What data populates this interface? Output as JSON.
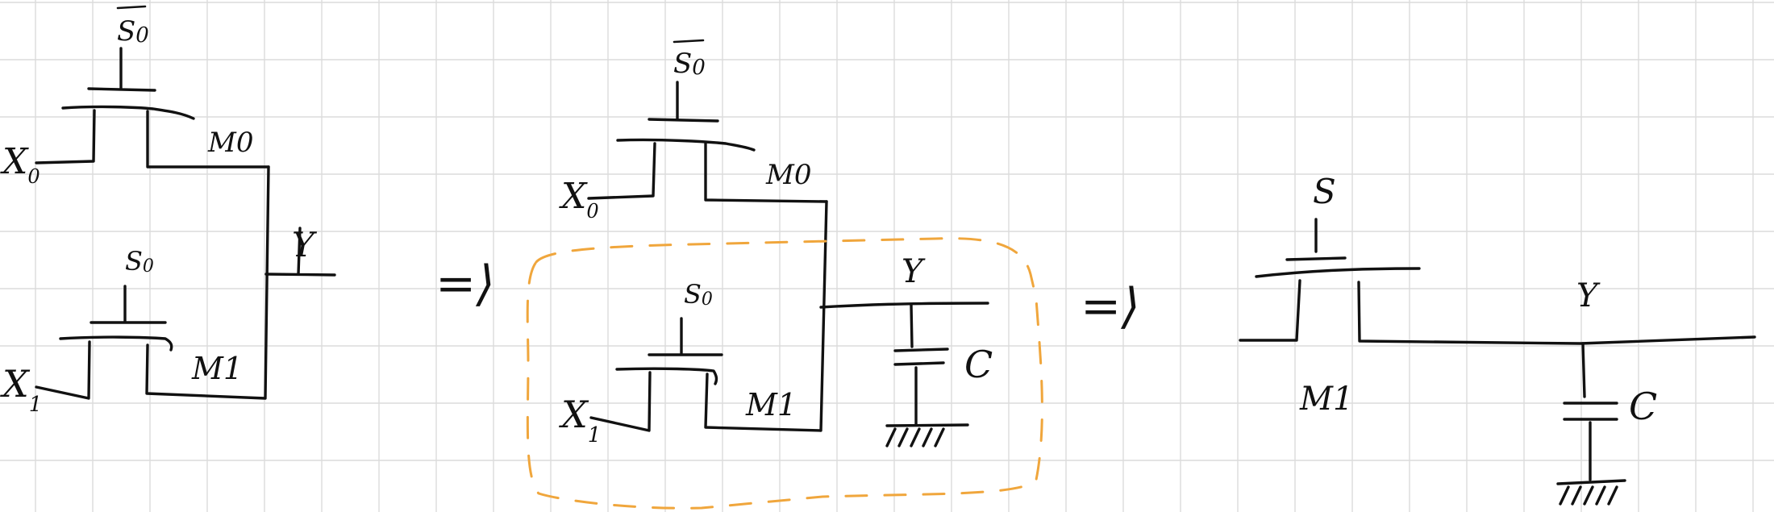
{
  "colors": {
    "paper": "#ffffff",
    "grid": "#dcdcdc",
    "ink": "#111111",
    "highlight": "#f0a63c"
  },
  "labels": {
    "s0_bar": "S",
    "s0_bar_sub": "0",
    "m0": "M0",
    "x0": "X",
    "x0_sub": "0",
    "s0": "S",
    "s0_sub": "0",
    "x1": "X",
    "x1_sub": "1",
    "m1": "M1",
    "y": "Y",
    "c": "C",
    "s": "S",
    "arrow": "=⟩"
  }
}
